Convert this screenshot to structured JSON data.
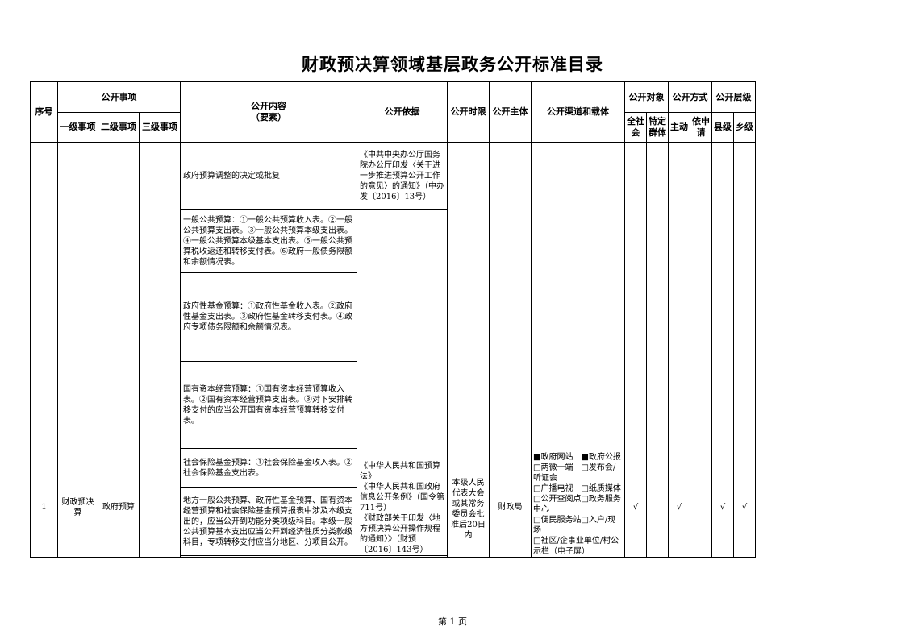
{
  "title": "财政预决算领域基层政务公开标准目录",
  "footer": "第 1 页",
  "headers": {
    "seq": "序号",
    "matter": "公开事项",
    "level1": "一级事项",
    "level2": "二级事项",
    "level3": "三级事项",
    "content": "公开内容",
    "content_sub": "（要素）",
    "basis": "公开依据",
    "time": "公开时限",
    "subject": "公开主体",
    "channel": "公开渠道和载体",
    "target": "公开对象",
    "target_all": "全社会",
    "target_special": "特定群体",
    "method": "公开方式",
    "method_active": "主动",
    "method_request": "依申请",
    "level": "公开层级",
    "level_county": "县级",
    "level_township": "乡级"
  },
  "row": {
    "seq": "1",
    "level1": "财政预决算",
    "level2": "政府预算",
    "level3": "",
    "contents": [
      "政府预算调整的决定或批复",
      "一般公共预算：①一般公共预算收入表。②一般公共预算支出表。③一般公共预算本级支出表。④一般公共预算本级基本支出表。⑤一般公共预算税收返还和转移支付表。⑥政府一般债务限额和余额情况表。",
      "政府性基金预算：①政府性基金收入表。②政府性基金支出表。③政府性基金转移支付表。④政府专项债务限额和余额情况表。",
      "国有资本经营预算：①国有资本经营预算收入表。②国有资本经营预算支出表。③对下安排转移支付的应当公开国有资本经营预算转移支付表。",
      "社会保险基金预算：①社会保险基金收入表。②社会保险基金支出表。",
      "地方一般公共预算、政府性基金预算、国有资本经营预算和社会保险基金预算报表中涉及本级支出的，应当公开到功能分类项级科目。本级一般公共预算基本支出应当公开到经济性质分类款级科目，专项转移支付应当分地区、分项目公开。"
    ],
    "basis1": "《中共中央办公厅国务院办公厅印发〈关于进一步推进预算公开工作的意见〉的通知》（中办发〔2016〕13号）",
    "basis2": "《中华人民共和国预算法》\n《中华人民共和国政府信息公开条例》（国令第711号）\n《财政部关于印发〈地方预决算公开操作规程的通知〉》（财预〔2016〕143号）",
    "time": "本级人民代表大会或其常务委员会批准后20日内",
    "subject": "财政局",
    "channel": "■政府网站　■政府公报\n□两微一端　□发布会/听证会\n□广播电视　□纸质媒体\n□公开查阅点□政务服务中心\n□便民服务站□入户/现场\n□社区/企事业单位/村公示栏（电子屏）",
    "target_all": "√",
    "target_special": "",
    "method_active": "√",
    "method_request": "",
    "level_county": "√",
    "level_township": "√"
  }
}
